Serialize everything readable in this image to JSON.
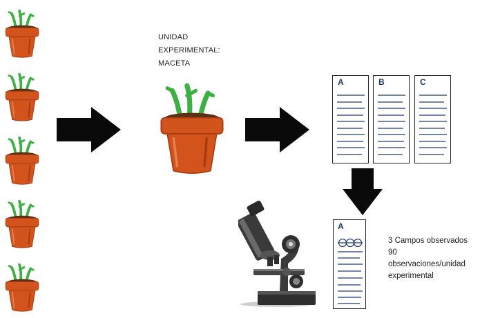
{
  "unit_label": {
    "line1": "UNIDAD",
    "line2": "EXPERIMENTAL:",
    "line3": "MACETA"
  },
  "slides": [
    {
      "letter": "A"
    },
    {
      "letter": "B"
    },
    {
      "letter": "C"
    }
  ],
  "observed_slide": {
    "letter": "A"
  },
  "result": {
    "line1": "3 Campos observados",
    "line2": "90",
    "line3": "observaciones/unidad",
    "line4": "experimental"
  },
  "colors": {
    "pot": "#d2541c",
    "pot_dark": "#a83c10",
    "soil": "#5a2f14",
    "sprout": "#3cb043",
    "arrow": "#0a0a0a",
    "slide_line": "#1f3a78",
    "microscope": "#3a3a3a"
  },
  "icons": [
    "potted-seedling-icon",
    "arrow-right-icon",
    "arrow-down-icon",
    "microscope-icon",
    "slide-icon"
  ]
}
